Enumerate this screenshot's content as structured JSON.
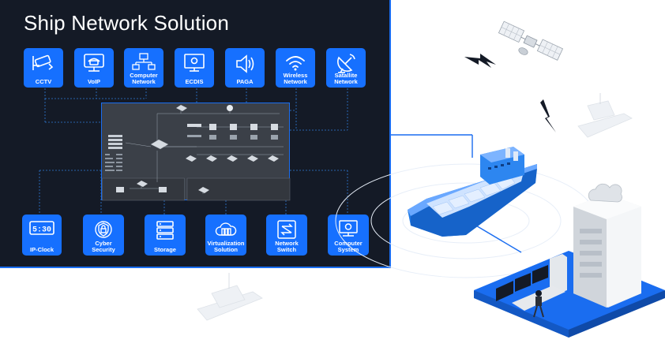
{
  "title": "Ship Network Solution",
  "top_tiles": [
    {
      "label": "CCTV",
      "icon": "cctv-camera-icon"
    },
    {
      "label": "VoIP",
      "icon": "voip-phone-icon"
    },
    {
      "label": "Computer\nNetwork",
      "icon": "computer-network-icon"
    },
    {
      "label": "ECDIS",
      "icon": "ecdis-monitor-icon"
    },
    {
      "label": "PAGA",
      "icon": "speaker-icon"
    },
    {
      "label": "Wireless\nNetwork",
      "icon": "wifi-icon"
    },
    {
      "label": "Satallite\nNetwork",
      "icon": "satellite-dish-icon"
    }
  ],
  "bottom_tiles": [
    {
      "label": "IP-Clock",
      "icon": "digital-clock-icon",
      "clock_text": "5:30"
    },
    {
      "label": "Cyber Security",
      "icon": "shield-lock-icon"
    },
    {
      "label": "Storage",
      "icon": "storage-icon"
    },
    {
      "label": "Virtualization\nSolution",
      "icon": "cloud-server-icon"
    },
    {
      "label": "Network\nSwitch",
      "icon": "network-switch-icon"
    },
    {
      "label": "Computer\nSystem",
      "icon": "computer-system-icon"
    }
  ],
  "colors": {
    "panel_bg": "#141a26",
    "accent_blue": "#1670ff",
    "border_blue": "#1a6df0",
    "ship_hull": "#1f7ae6",
    "deck_light": "#cfe3ff"
  }
}
